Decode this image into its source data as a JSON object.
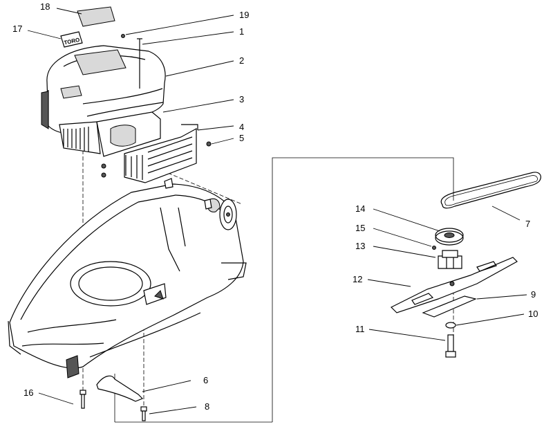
{
  "diagram": {
    "callouts": [
      {
        "id": "c18",
        "label": "18"
      },
      {
        "id": "c19",
        "label": "19"
      },
      {
        "id": "c17",
        "label": "17"
      },
      {
        "id": "c1",
        "label": "1"
      },
      {
        "id": "c2",
        "label": "2"
      },
      {
        "id": "c3",
        "label": "3"
      },
      {
        "id": "c4",
        "label": "4"
      },
      {
        "id": "c5",
        "label": "5"
      },
      {
        "id": "c7",
        "label": "7"
      },
      {
        "id": "c14",
        "label": "14"
      },
      {
        "id": "c15",
        "label": "15"
      },
      {
        "id": "c13",
        "label": "13"
      },
      {
        "id": "c12",
        "label": "12"
      },
      {
        "id": "c9",
        "label": "9"
      },
      {
        "id": "c10",
        "label": "10"
      },
      {
        "id": "c11",
        "label": "11"
      },
      {
        "id": "c6",
        "label": "6"
      },
      {
        "id": "c16",
        "label": "16"
      },
      {
        "id": "c8",
        "label": "8"
      }
    ],
    "logo_text": "TORO"
  }
}
